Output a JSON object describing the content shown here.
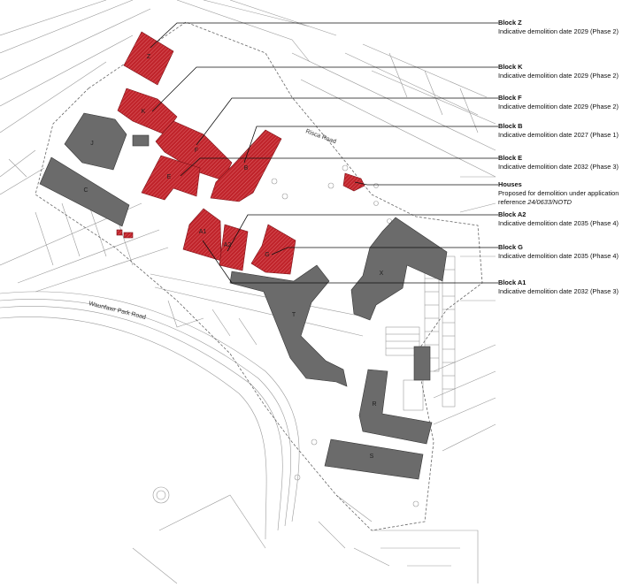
{
  "map": {
    "road_names": {
      "risca": "Risca Road",
      "waunfawr": "Waunfawr Park Road"
    },
    "colors": {
      "demolish": "#c0242b",
      "retained": "#6b6b6b",
      "line": "#555555"
    },
    "building_labels": {
      "z": "Z",
      "k": "K",
      "f": "F",
      "e": "E",
      "b": "B",
      "a1": "A1",
      "a2": "A2",
      "g": "G",
      "j": "J",
      "c": "C",
      "t": "T",
      "x": "X",
      "r": "R",
      "s": "S"
    }
  },
  "legend": [
    {
      "title": "Block Z",
      "line1": "Indicative demolition date 2029 (Phase 2)"
    },
    {
      "title": "Block K",
      "line1": "Indicative demolition date 2029 (Phase 2)"
    },
    {
      "title": "Block F",
      "line1": "Indicative demolition date 2029 (Phase 2)"
    },
    {
      "title": "Block B",
      "line1": "Indicative demolition date 2027 (Phase 1)"
    },
    {
      "title": "Block E",
      "line1": "Indicative demolition date 2032 (Phase 3)"
    },
    {
      "title": "Houses",
      "line1": "Proposed for demolition under application",
      "line2": "reference ",
      "line2_ref": "24/0633/NOTD"
    },
    {
      "title": "Block A2",
      "line1": "Indicative demolition date 2035 (Phase 4)"
    },
    {
      "title": "Block G",
      "line1": "Indicative demolition date 2035 (Phase 4)"
    },
    {
      "title": "Block A1",
      "line1": "Indicative demolition date 2032 (Phase 3)"
    }
  ]
}
